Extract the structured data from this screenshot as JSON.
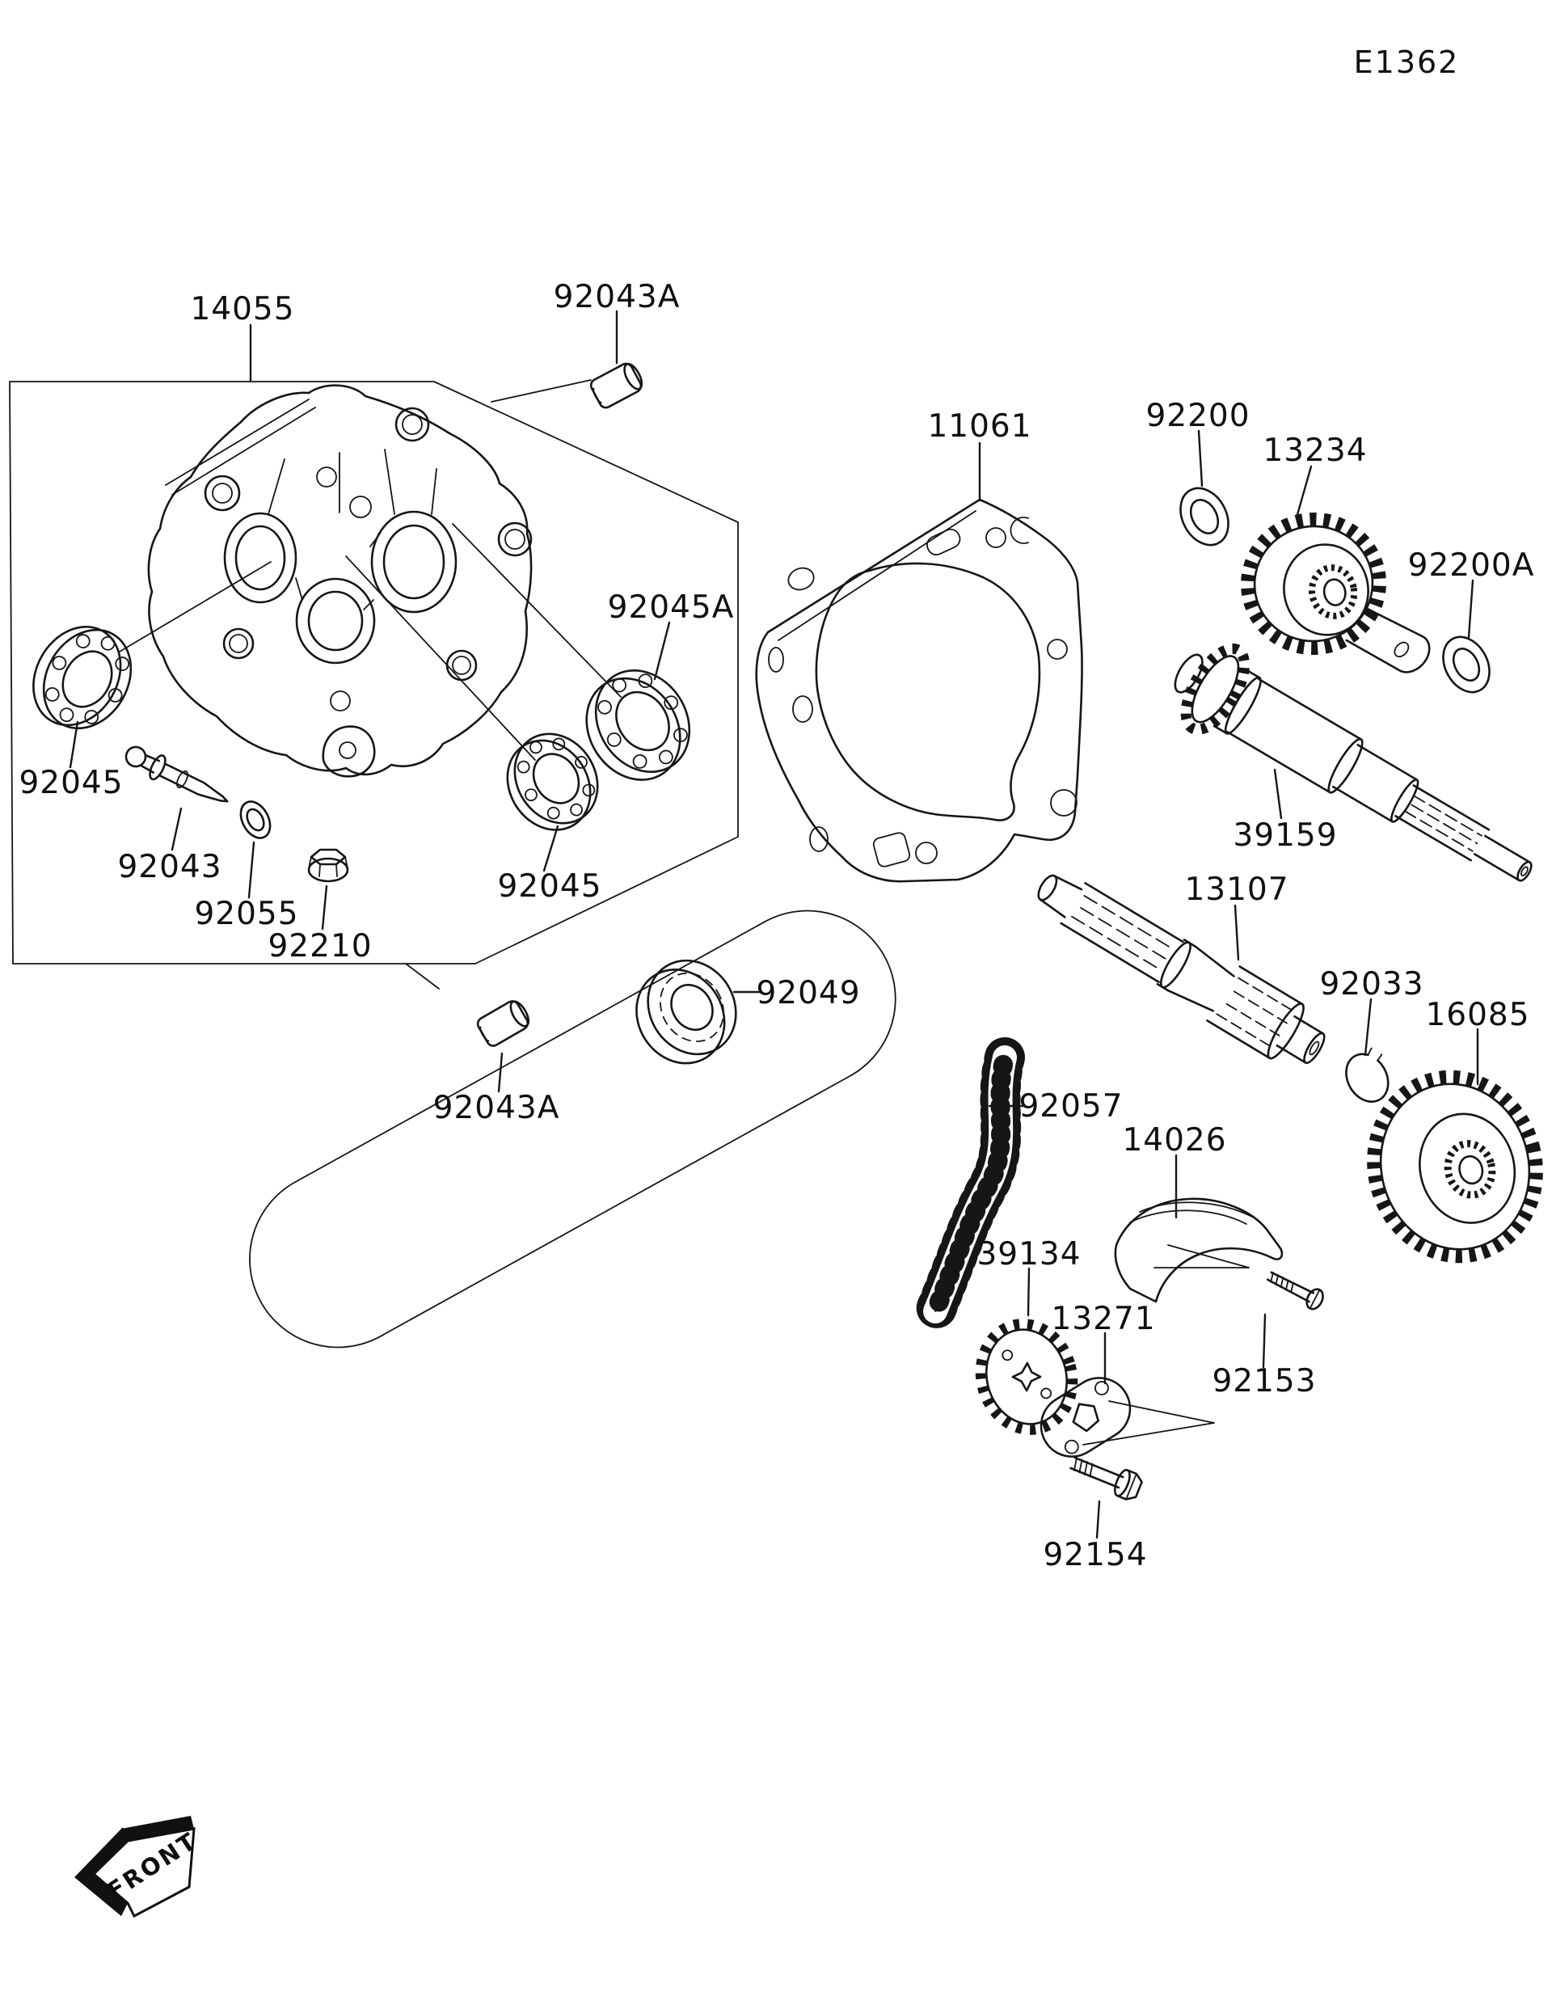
{
  "drawing_code": "E1362",
  "front_marker": {
    "text": "FRONT"
  },
  "labels": {
    "k14055": {
      "text": "14055"
    },
    "k92043a_top": {
      "text": "92043A"
    },
    "k11061": {
      "text": "11061"
    },
    "k92200": {
      "text": "92200"
    },
    "k13234": {
      "text": "13234"
    },
    "k92200a": {
      "text": "92200A"
    },
    "k92045a": {
      "text": "92045A"
    },
    "k92045_left": {
      "text": "92045"
    },
    "k92043": {
      "text": "92043"
    },
    "k92055": {
      "text": "92055"
    },
    "k92210": {
      "text": "92210"
    },
    "k92045_mid": {
      "text": "92045"
    },
    "k92043a_bot": {
      "text": "92043A"
    },
    "k92049": {
      "text": "92049"
    },
    "k92057": {
      "text": "92057"
    },
    "k39159": {
      "text": "39159"
    },
    "k13107": {
      "text": "13107"
    },
    "k92033": {
      "text": "92033"
    },
    "k16085": {
      "text": "16085"
    },
    "k14026": {
      "text": "14026"
    },
    "k39134": {
      "text": "39134"
    },
    "k13271": {
      "text": "13271"
    },
    "k92153": {
      "text": "92153"
    },
    "k92154": {
      "text": "92154"
    }
  }
}
